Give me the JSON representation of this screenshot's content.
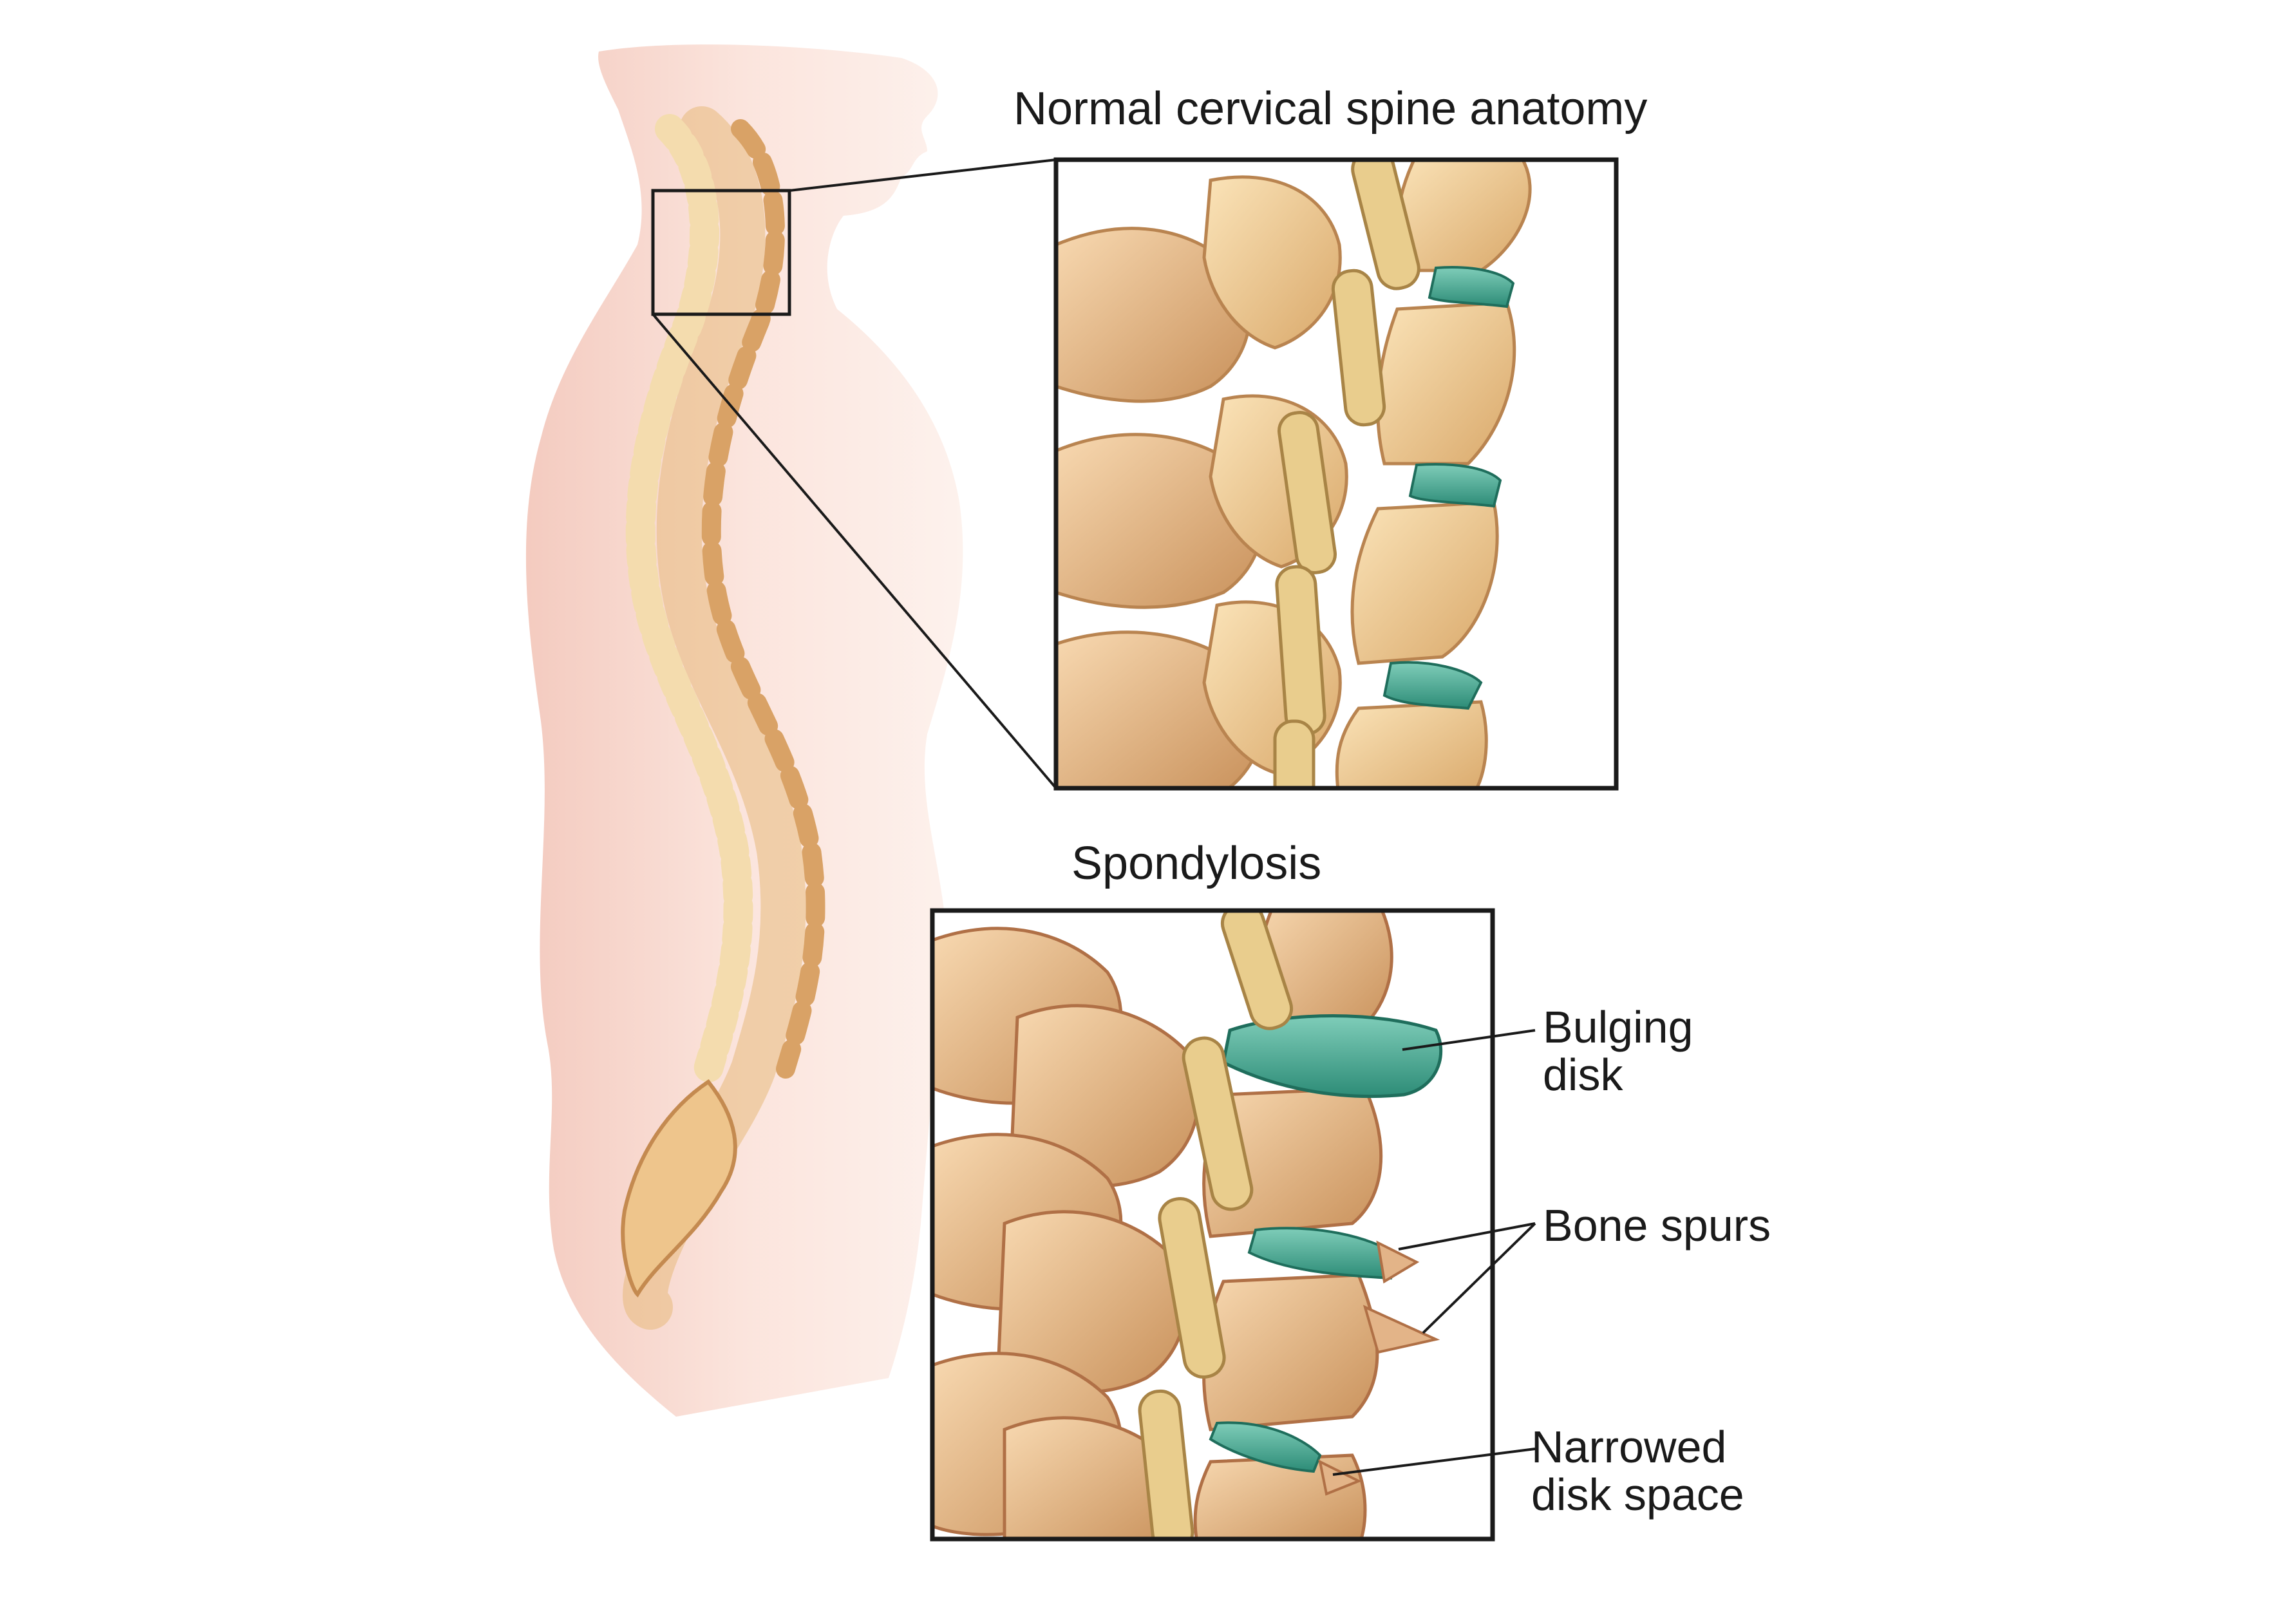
{
  "titles": {
    "normal": "Normal cervical spine anatomy",
    "spondylosis": "Spondylosis"
  },
  "callouts": {
    "bulging_disk_line1": "Bulging",
    "bulging_disk_line2": "disk",
    "bone_spurs": "Bone spurs",
    "narrowed_line1": "Narrowed",
    "narrowed_line2": "disk space"
  },
  "colors": {
    "skin": "#f7d6cc",
    "bone": "#f1cf9a",
    "disk_normal": "#3fa590",
    "disk_bulging": "#5cbaa6",
    "frame": "#1a1a1a"
  }
}
